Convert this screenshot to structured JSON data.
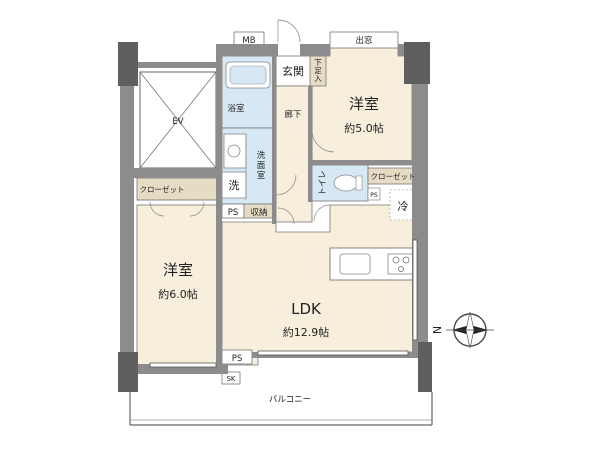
{
  "rooms": {
    "mb": "MB",
    "demado": "出窓",
    "genkan": "玄関",
    "shitabako": "下足入",
    "bathroom": "浴室",
    "corridor": "廊下",
    "western_room_1": {
      "name": "洋室",
      "area": "約5.0帖"
    },
    "ev": "EV",
    "washroom": "洗面室",
    "washer": "洗",
    "toilet": "トイレ",
    "closet_right": "クローゼット",
    "closet_left": "クローゼット",
    "ps_upper": "PS",
    "storage": "収納",
    "ps_small": "PS",
    "refrigerator": "冷",
    "western_room_2": {
      "name": "洋室",
      "area": "約6.0帖"
    },
    "ldk": {
      "name": "LDK",
      "area": "約12.9帖"
    },
    "ps_lower": "PS",
    "sk": "SK",
    "balcony": "バルコニー"
  },
  "compass": {
    "label": "N"
  },
  "colors": {
    "room_fill": "#f7efdc",
    "wet_fill": "#d7e8f5",
    "closet_fill": "#e6dcc3",
    "wall": "#8c8c8c",
    "wall_dark": "#5f5f5f",
    "line": "#555555"
  }
}
